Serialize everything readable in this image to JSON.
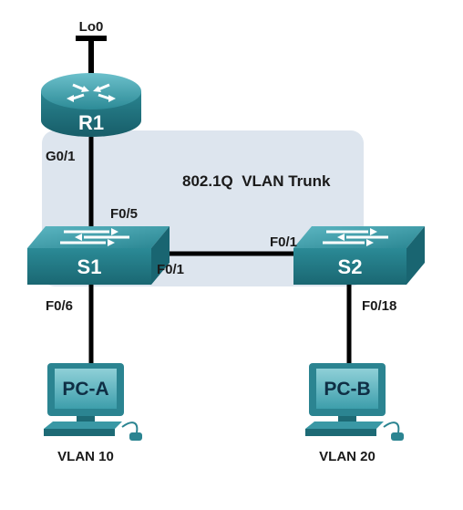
{
  "diagram": {
    "trunk_label": "802.1Q  VLAN Trunk",
    "colors": {
      "trunk_region": "#dde5ee",
      "device_teal": "#2e8d99",
      "device_dark": "#1d6f7b",
      "screen_teal": "#3fa3b0",
      "link": "#000000"
    },
    "router": {
      "name": "R1",
      "loopback": "Lo0",
      "port": "G0/1"
    },
    "switch1": {
      "name": "S1",
      "port_to_router": "F0/5",
      "port_to_s2": "F0/1",
      "port_to_pc": "F0/6"
    },
    "switch2": {
      "name": "S2",
      "port_to_s1": "F0/1",
      "port_to_pc": "F0/18"
    },
    "pc_a": {
      "name": "PC-A",
      "vlan": "VLAN 10"
    },
    "pc_b": {
      "name": "PC-B",
      "vlan": "VLAN 20"
    }
  }
}
